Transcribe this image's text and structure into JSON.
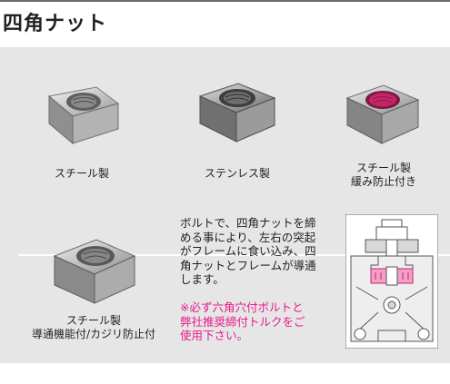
{
  "title": "四角ナット",
  "products": [
    {
      "caption_line1": "スチール製",
      "caption_line2": ""
    },
    {
      "caption_line1": "ステンレス製",
      "caption_line2": ""
    },
    {
      "caption_line1": "スチール製",
      "caption_line2": "緩み防止付き"
    },
    {
      "caption_line1": "スチール製",
      "caption_line2": "導通機能付/カジリ防止付"
    }
  ],
  "description": {
    "lines": [
      "ボルトで、四角ナットを締",
      "める事により、左右の突起",
      "がフレームに食い込み、四",
      "角ナットとフレームが導通",
      "します。"
    ],
    "note_lines": [
      "※必ず六角穴付ボルトと",
      "弊社推奨締付トルクをご",
      "使用下さい。"
    ]
  },
  "colors": {
    "panel_bg": "#e6e6e6",
    "note": "#e8198b",
    "diagram_highlight": "#f2a0c8",
    "lock_patch": "#c8246a"
  },
  "icons": {
    "nut_image": "square-nut",
    "diagram": "nut-in-frame-cross-section"
  }
}
